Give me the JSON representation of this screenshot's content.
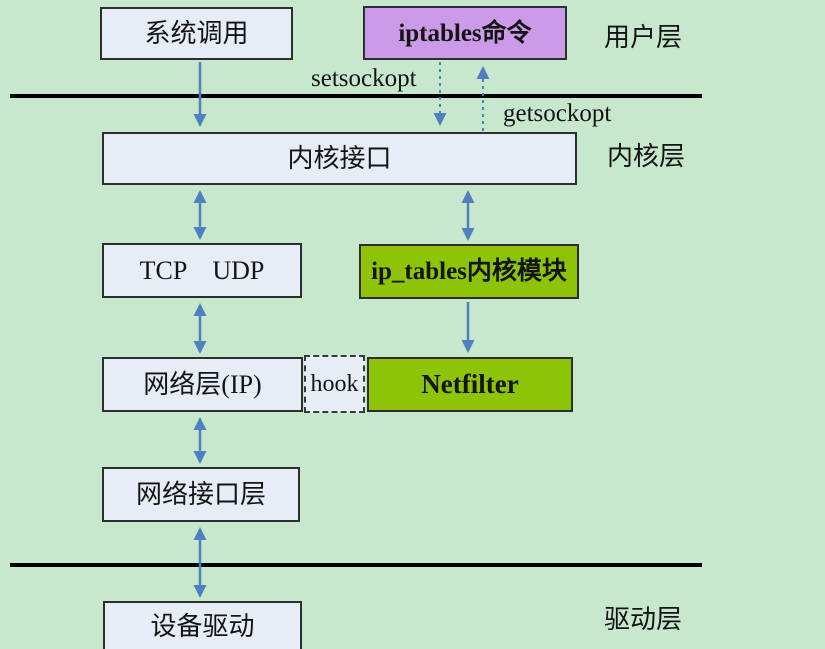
{
  "theme": {
    "bg": "#c7e8cd",
    "box_fill": "#e7edf7",
    "purple": "#cb9ae9",
    "green": "#8ec407",
    "arrow": "#4e7fc1",
    "sep": "#000000"
  },
  "boxes": {
    "sys_call": "系统调用",
    "iptables_cmd": "iptables命令",
    "kernel_interface": "内核接口",
    "tcp_udp": "TCP    UDP",
    "ip_tables_module": "ip_tables内核模块",
    "network_ip": "网络层(IP)",
    "hook": "hook",
    "netfilter": "Netfilter",
    "network_interface": "网络接口层",
    "device_driver": "设备驱动"
  },
  "layers": {
    "user": "用户层",
    "kernel": "内核层",
    "driver": "驱动层"
  },
  "edge_labels": {
    "setsockopt": "setsockopt",
    "getsockopt": "getsockopt"
  }
}
